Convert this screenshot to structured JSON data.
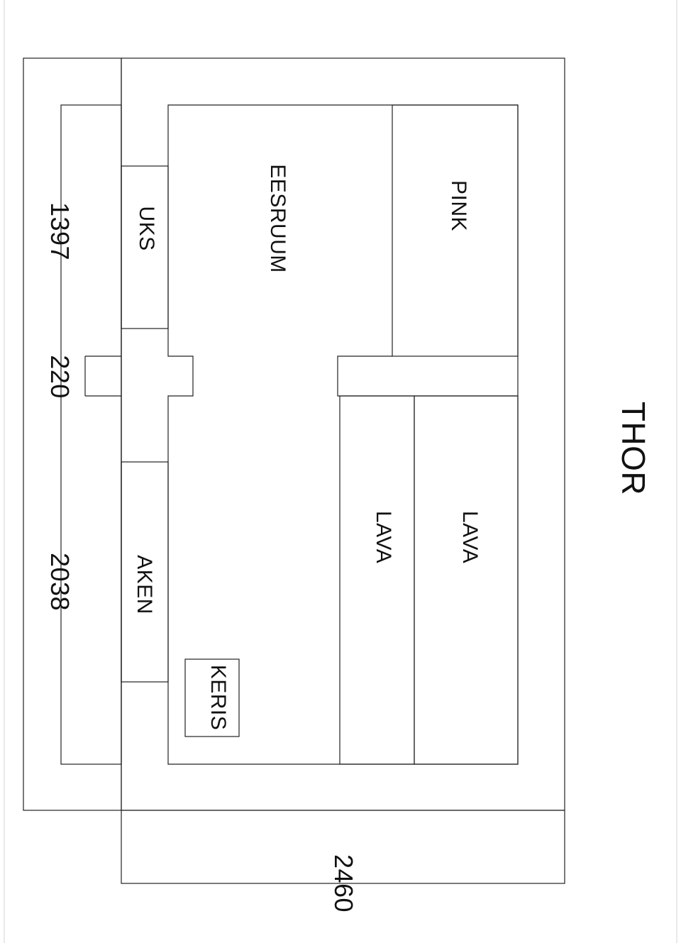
{
  "title": "THOR",
  "rooms": {
    "pink": "PINK",
    "eesruum": "EESRUUM",
    "lava_outer": "LAVA",
    "lava_inner": "LAVA",
    "uks": "UKS",
    "aken": "AKEN",
    "keris": "KERIS"
  },
  "dimensions": {
    "d1": "1397",
    "d2": "220",
    "d3": "2038",
    "total": "2460"
  },
  "colors": {
    "line": "#222222",
    "background": "#ffffff",
    "text": "#111111"
  }
}
